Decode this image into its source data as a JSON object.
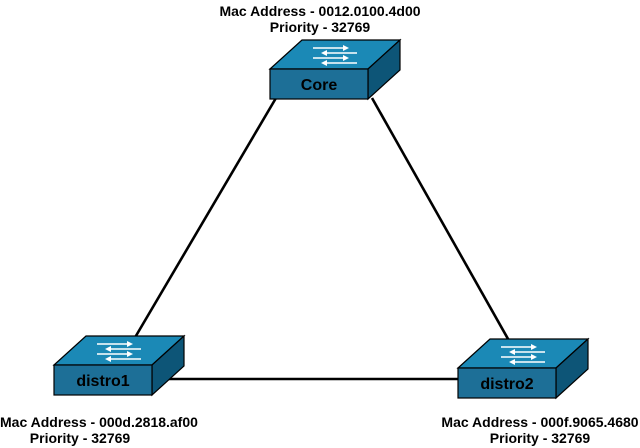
{
  "colors": {
    "switch_top": "#1b89b6",
    "switch_front": "#1d6f97",
    "switch_side": "#0d5577",
    "outline": "#000000",
    "link": "#000000",
    "arrows": "#ffffff",
    "label": "#000000"
  },
  "switches": {
    "core": {
      "label": "Core",
      "mac": "Mac Address - 0012.0100.4d00",
      "priority": "Priority - 32769"
    },
    "distro1": {
      "label": "distro1",
      "mac": "Mac Address - 000d.2818.af00",
      "priority": "Priority - 32769"
    },
    "distro2": {
      "label": "distro2",
      "mac": "Mac Address - 000f.9065.4680",
      "priority": "Priority - 32769"
    }
  },
  "links": [
    {
      "from": "core",
      "to": "distro1"
    },
    {
      "from": "core",
      "to": "distro2"
    },
    {
      "from": "distro1",
      "to": "distro2"
    }
  ]
}
